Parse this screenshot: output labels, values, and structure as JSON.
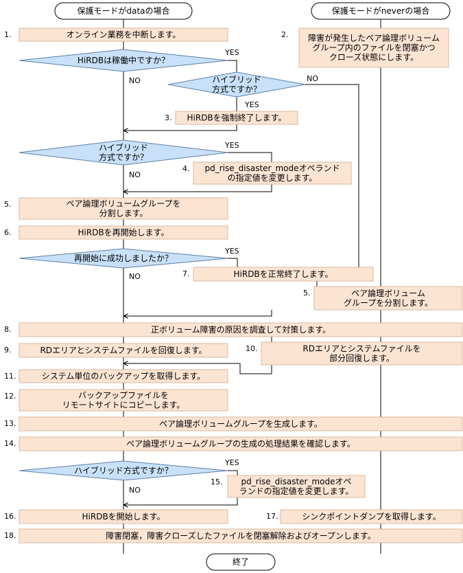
{
  "header": {
    "left": "保護モードがdataの場合",
    "right": "保護モードがneverの場合"
  },
  "steps": {
    "s1": {
      "num": "1.",
      "lines": [
        "オンライン業務を中断します。"
      ]
    },
    "s2": {
      "num": "2.",
      "lines": [
        "障害が発生したペア論理ボリューム",
        "グループ内のファイルを閉塞かつ",
        "クローズ状態にします。"
      ]
    },
    "s3": {
      "num": "3.",
      "lines": [
        "HiRDBを強制終了します。"
      ]
    },
    "s4": {
      "num": "4.",
      "lines": [
        "pd_rise_disaster_modeオペランド",
        "の指定値を変更します。"
      ]
    },
    "s5a": {
      "num": "5.",
      "lines": [
        "ペア論理ボリュームグループを",
        "分割します。"
      ]
    },
    "s6": {
      "num": "6.",
      "lines": [
        "HiRDBを再開始します。"
      ]
    },
    "s7": {
      "num": "7.",
      "lines": [
        "HiRDBを正常終了します。"
      ]
    },
    "s5b": {
      "num": "5.",
      "lines": [
        "ペア論理ボリューム",
        "グループを分割します。"
      ]
    },
    "s8": {
      "num": "8.",
      "lines": [
        "正ボリューム障害の原因を調査して対策します。"
      ]
    },
    "s9": {
      "num": "9.",
      "lines": [
        "RDエリアとシステムファイルを回復します。"
      ]
    },
    "s10": {
      "num": "10.",
      "lines": [
        "RDエリアとシステムファイルを",
        "部分回復します。"
      ]
    },
    "s11": {
      "num": "11.",
      "lines": [
        "システム単位のバックアップを取得します。"
      ]
    },
    "s12": {
      "num": "12.",
      "lines": [
        "バックアップファイルを",
        "リモートサイトにコピーします。"
      ]
    },
    "s13": {
      "num": "13.",
      "lines": [
        "ペア論理ボリュームグループを生成します。"
      ]
    },
    "s14": {
      "num": "14.",
      "lines": [
        "ペア論理ボリュームグループの生成の処理結果を確認します。"
      ]
    },
    "s15": {
      "num": "15.",
      "lines": [
        "pd_rise_disaster_modeオペ",
        "ランドの指定値を変更します。"
      ]
    },
    "s16": {
      "num": "16.",
      "lines": [
        "HiRDBを開始します。"
      ]
    },
    "s17": {
      "num": "17.",
      "lines": [
        "シンクポイントダンプを取得します。"
      ]
    },
    "s18": {
      "num": "18.",
      "lines": [
        "障害閉塞，障害クローズしたファイルを閉塞解除およびオープンします。"
      ]
    }
  },
  "decisions": {
    "d1": {
      "lines": [
        "HiRDBは稼働中ですか？"
      ]
    },
    "d2": {
      "lines": [
        "ハイブリッド",
        "方式ですか？"
      ]
    },
    "d3": {
      "lines": [
        "ハイブリッド",
        "方式ですか？"
      ]
    },
    "d4": {
      "lines": [
        "再開始に成功しましたか？"
      ]
    },
    "d5": {
      "lines": [
        "ハイブリッド方式ですか？"
      ]
    }
  },
  "labels": {
    "yes": "YES",
    "no": "NO"
  },
  "end": "終了"
}
